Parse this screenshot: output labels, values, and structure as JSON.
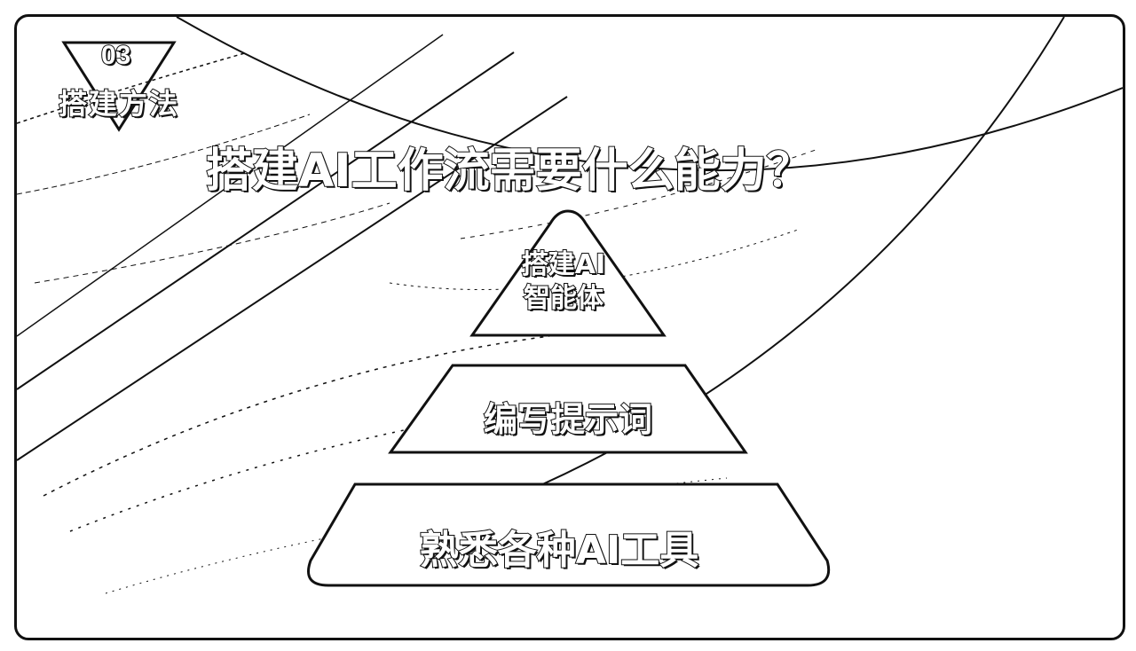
{
  "section": {
    "number": "03",
    "label": "搭建方法"
  },
  "title": "搭建AI工作流需要什么能力？",
  "pyramid": {
    "top": [
      "搭建AI",
      "智能体"
    ],
    "middle": "编写提示词",
    "bottom": "熟悉各种AI工具"
  }
}
